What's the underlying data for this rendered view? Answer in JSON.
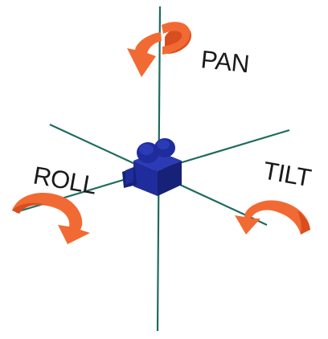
{
  "labels": {
    "pan": "PAN",
    "tilt": "TILT",
    "roll": "ROLL"
  },
  "colors": {
    "axis": "#1f6b5f",
    "camera": "#1f2c9c",
    "camera_dark": "#172178",
    "camera_light": "#2a3bb5",
    "arrow": "#f26a33",
    "arrow_dark": "#d94e1f",
    "label": "#1a1a1a",
    "background": "#ffffff"
  },
  "icons": {
    "camera": "video-camera-icon",
    "pan_arrow": "rotate-arrow-pan-icon",
    "tilt_arrow": "rotate-arrow-tilt-icon",
    "roll_arrow": "rotate-arrow-roll-icon"
  }
}
